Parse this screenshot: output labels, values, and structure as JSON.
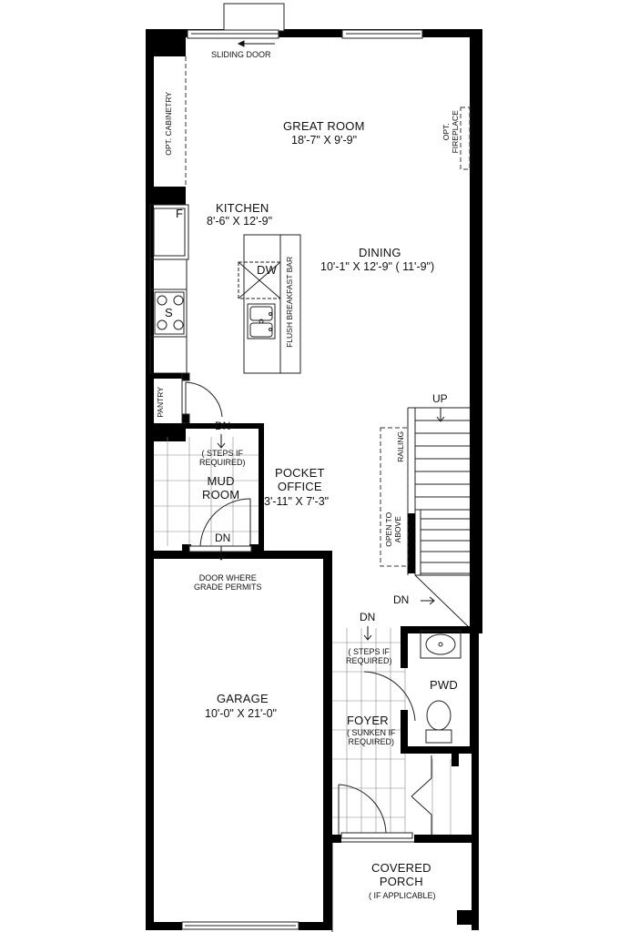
{
  "floorplan": {
    "labels": {
      "sliding_door": "SLIDING DOOR",
      "great_room": "GREAT ROOM",
      "great_room_dim": "18'-7\" X 9'-9\"",
      "opt_cabinetry": "OPT. CABINETRY",
      "opt_fireplace_1": "OPT.",
      "opt_fireplace_2": "FIREPLACE",
      "kitchen": "KITCHEN",
      "kitchen_dim": "8'-6\" X 12'-9\"",
      "fridge": "F",
      "dishwasher": "DW",
      "stove": "S",
      "flush_breakfast_bar": "FLUSH BREAKFAST BAR",
      "dining": "DINING",
      "dining_dim": "10'-1\" X 12'-9\"  ( 11'-9\")",
      "pantry": "PANTRY",
      "up": "UP",
      "dn_mud_top": "DN",
      "steps_if_1": "( STEPS IF",
      "steps_if_2": "REQUIRED)",
      "mud_room_1": "MUD",
      "mud_room_2": "ROOM",
      "pocket_office_1": "POCKET",
      "pocket_office_2": "OFFICE",
      "pocket_office_dim": "3'-11\" X 7'-3\"",
      "railing": "RAILING",
      "open_to_above_1": "OPEN TO",
      "open_to_above_2": "ABOVE",
      "dn_mud_bottom": "DN",
      "door_grade_1": "DOOR WHERE",
      "door_grade_2": "GRADE PERMITS",
      "dn_stair": "DN",
      "dn_foyer": "DN",
      "steps_if_foyer_1": "( STEPS IF",
      "steps_if_foyer_2": "REQUIRED)",
      "pwd": "PWD",
      "garage": "GARAGE",
      "garage_dim": "10'-0\" X 21'-0\"",
      "foyer": "FOYER",
      "sunken_if_1": "( SUNKEN IF",
      "sunken_if_2": "REQUIRED)",
      "covered_porch": "COVERED",
      "covered_porch_2": "PORCH",
      "if_applicable": "( IF APPLICABLE)"
    },
    "colors": {
      "wall": "#000000",
      "line": "#222222",
      "light": "#666666",
      "background": "#ffffff"
    }
  }
}
